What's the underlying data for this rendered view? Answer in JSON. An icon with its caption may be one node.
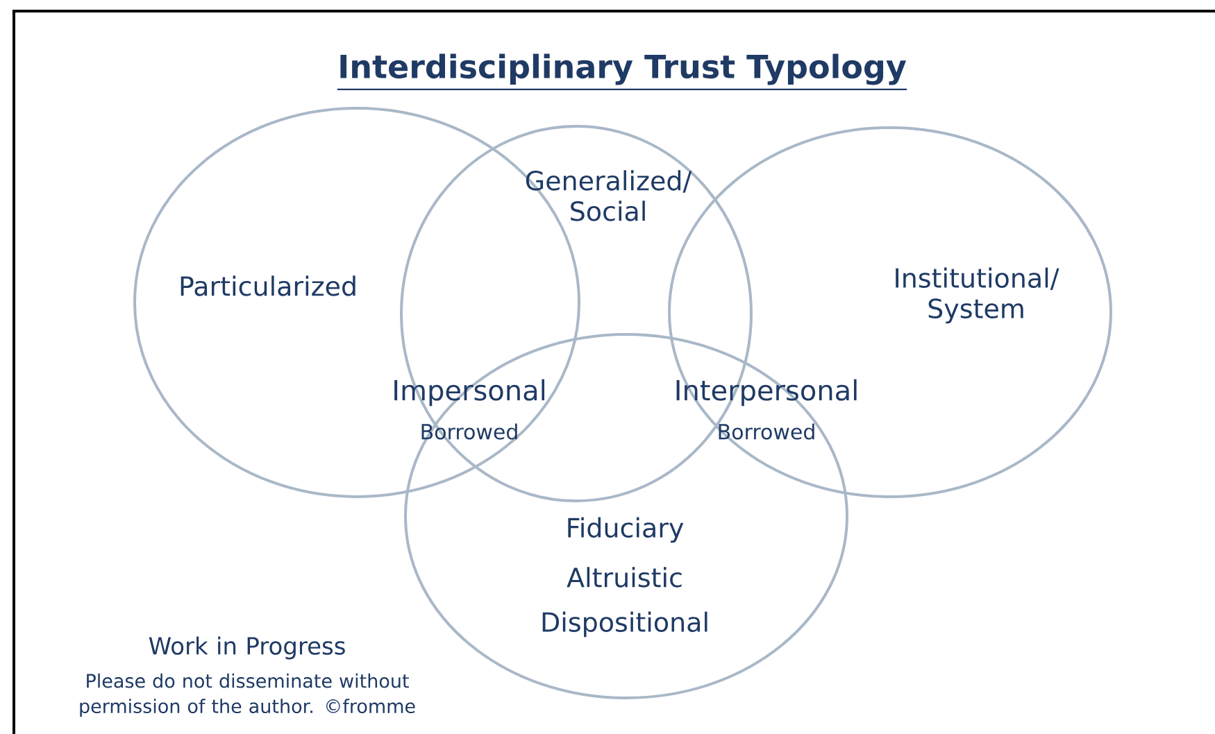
{
  "diagram": {
    "title": "Interdisciplinary Trust Typology",
    "nodes": [
      {
        "text": [
          "Particularized"
        ]
      },
      {
        "text": [
          "Generalized/ Social"
        ]
      },
      {
        "text": [
          "Institutional/ System"
        ]
      },
      {
        "text": [
          "Fiduciary",
          "Altruistic",
          "Dispositional"
        ]
      }
    ],
    "labels": [
      "Impersonal",
      "Borrowed",
      "Interpersonal",
      "Borrowed",
      "Work in Progress",
      "Please do not disseminate without permission of the author. ©fromme"
    ]
  }
}
